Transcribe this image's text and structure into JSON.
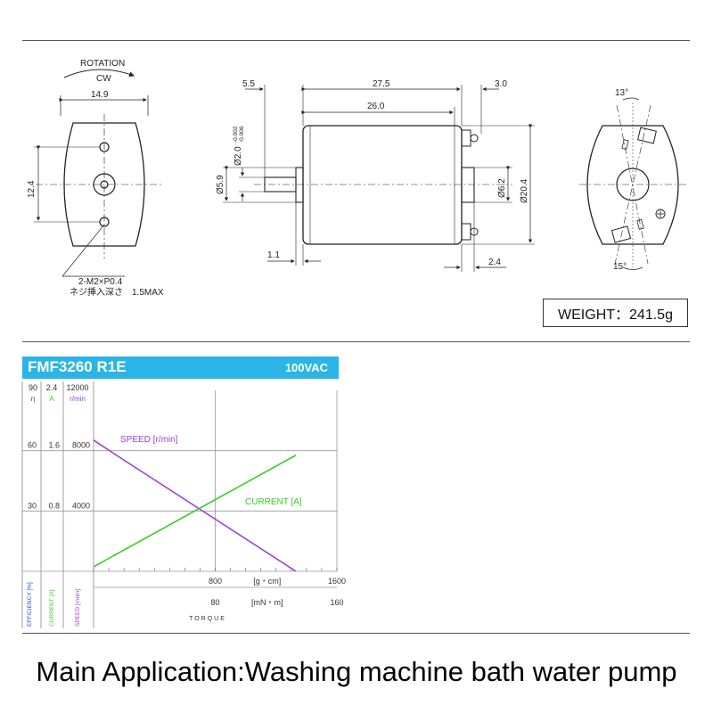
{
  "drawing": {
    "rotation_label": "ROTATION",
    "rotation_dir": "CW",
    "front": {
      "width": "14.9",
      "hole_pitch": "12.4",
      "screw_note": "2-M2×P0.4",
      "depth_note": "ネジ挿入深さ　1.5MAX"
    },
    "side": {
      "shaft_len": "5.5",
      "body_len_total": "27.5",
      "terminal_len": "3.0",
      "body_len": "26.0",
      "shaft_dia": "Ø2.0",
      "shaft_tol_upper": "-0.002",
      "shaft_tol_lower": "-0.006",
      "boss_dia": "Ø5.9",
      "boss_len": "1.1",
      "rear_boss_dia": "Ø6.2",
      "body_dia": "Ø20.4",
      "rear_len": "2.4"
    },
    "rear": {
      "angle_top": "13°",
      "angle_bottom": "15°"
    },
    "weight": "WEIGHT：241.5g"
  },
  "chart_data": {
    "type": "line",
    "title": "FMF3260 R1E",
    "subtitle": "100VAC",
    "xlabel": "TORQUE",
    "x_units": [
      "[g・cm]",
      "[mN・m]"
    ],
    "x_ticks_gcm": [
      "800",
      "1600"
    ],
    "x_ticks_mnm": [
      "80",
      "160"
    ],
    "xlim_gcm": [
      0,
      1600
    ],
    "axes": [
      {
        "name": "η",
        "label": "EFFICIENCY [%]",
        "ticks": [
          "90",
          "60",
          "30"
        ],
        "ylim": [
          0,
          90
        ],
        "color": "#2050c8"
      },
      {
        "name": "A",
        "label": "CURRENT [A]",
        "ticks": [
          "2.4",
          "1.6",
          "0.8"
        ],
        "ylim": [
          0,
          2.4
        ],
        "color": "#3ccc2a"
      },
      {
        "name": "r/min",
        "label": "SPEED [r/min]",
        "ticks": [
          "12000",
          "8000",
          "4000"
        ],
        "ylim": [
          0,
          12000
        ],
        "color": "#9a40d8"
      }
    ],
    "series": [
      {
        "name": "SPEED [r/min]",
        "axis": "r/min",
        "color": "#9a40d8",
        "x": [
          0,
          150,
          1330
        ],
        "y": [
          8700,
          7700,
          0
        ]
      },
      {
        "name": "CURRENT [A]",
        "axis": "A",
        "color": "#3ccc2a",
        "x": [
          0,
          1330
        ],
        "y": [
          0.06,
          1.54
        ]
      }
    ],
    "grid": true
  },
  "caption": "Main Application:Washing machine bath water pump"
}
